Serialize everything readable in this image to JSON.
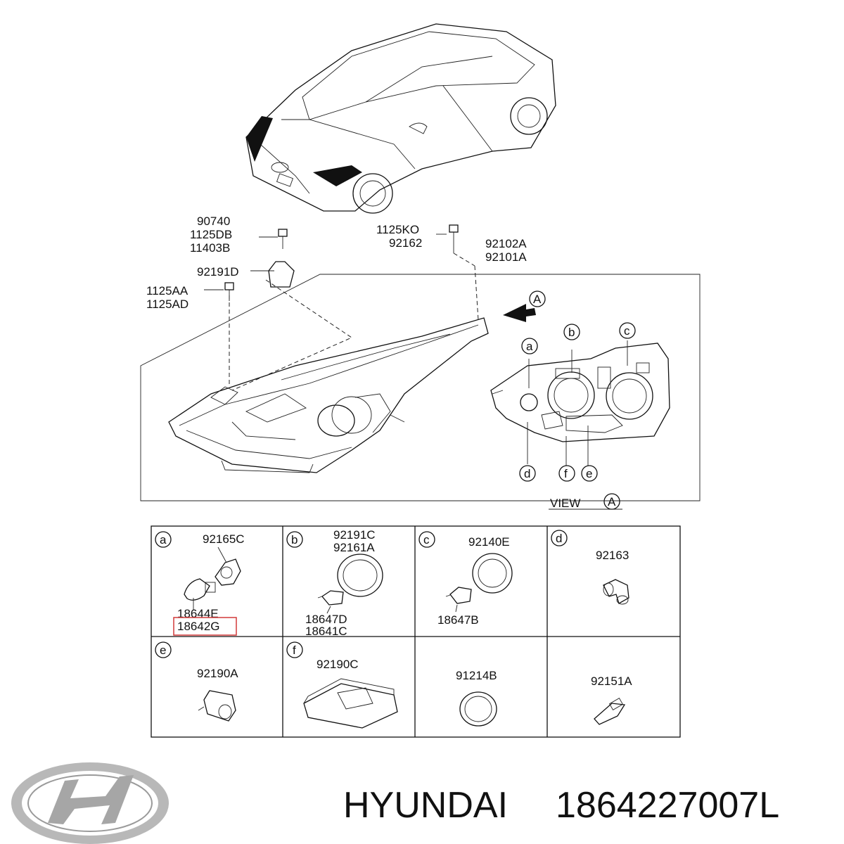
{
  "callouts": {
    "top_left": [
      "90740",
      "1125DB",
      "11403B"
    ],
    "bracket": "92191D",
    "screw_left": [
      "1125AA",
      "1125AD"
    ],
    "top_mid": [
      "1125KO",
      "92162"
    ],
    "headlamp": [
      "92102A",
      "92101A"
    ],
    "view_marker": "A",
    "view_label": "VIEW",
    "circles": [
      "a",
      "b",
      "c",
      "d",
      "f",
      "e"
    ]
  },
  "cells": [
    {
      "letter": "a",
      "parts": [
        "92165C"
      ],
      "parts_low": [
        "18644E",
        "18642G"
      ]
    },
    {
      "letter": "b",
      "parts": [
        "92191C",
        "92161A"
      ],
      "parts_low": [
        "18647D",
        "18641C"
      ]
    },
    {
      "letter": "c",
      "parts": [
        "92140E"
      ],
      "parts_low": [
        "18647B"
      ]
    },
    {
      "letter": "d",
      "parts": [
        "92163"
      ],
      "parts_low": []
    },
    {
      "letter": "e",
      "parts": [
        "92190A"
      ],
      "parts_low": []
    },
    {
      "letter": "f",
      "parts": [
        "92190C"
      ],
      "parts_low": []
    },
    {
      "letter": "",
      "parts": [
        "91214B"
      ],
      "parts_low": []
    },
    {
      "letter": "",
      "parts": [
        "92151A"
      ],
      "parts_low": []
    }
  ],
  "highlight_part": "18642G",
  "highlight_color": "#d23a3a",
  "footer": {
    "brand": "HYUNDAI",
    "part_number": "1864227007L",
    "logo_icon": "hyundai-logo-icon"
  }
}
